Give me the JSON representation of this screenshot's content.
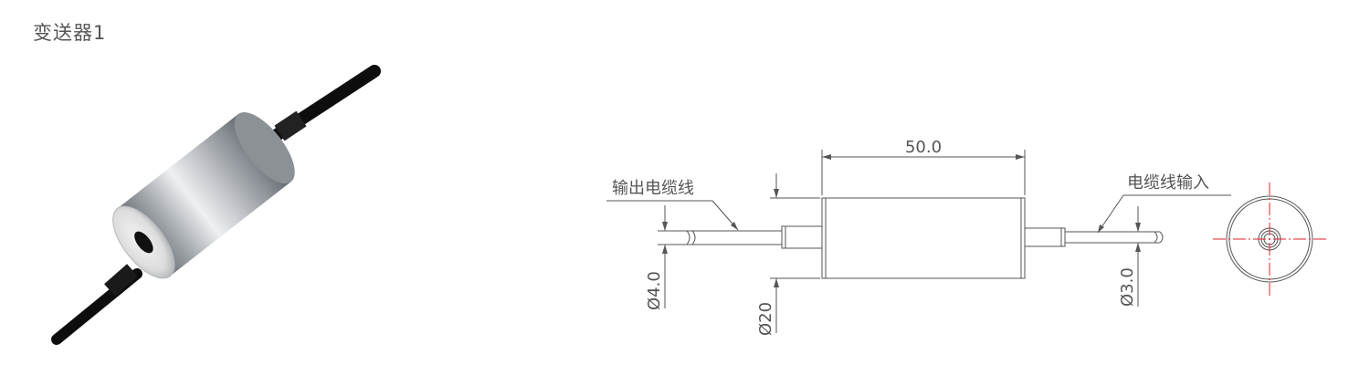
{
  "title": "变送器1",
  "drawing": {
    "length_label": "50.0",
    "output_cable_label": "输出电缆线",
    "input_cable_label": "电缆线输入",
    "body_diameter_label": "Ø20",
    "output_cable_diameter_label": "Ø4.0",
    "input_cable_diameter_label": "Ø3.0"
  },
  "colors": {
    "title": "#555555",
    "line": "#555555",
    "centerline": "#e0202a",
    "cable": "#111111"
  }
}
